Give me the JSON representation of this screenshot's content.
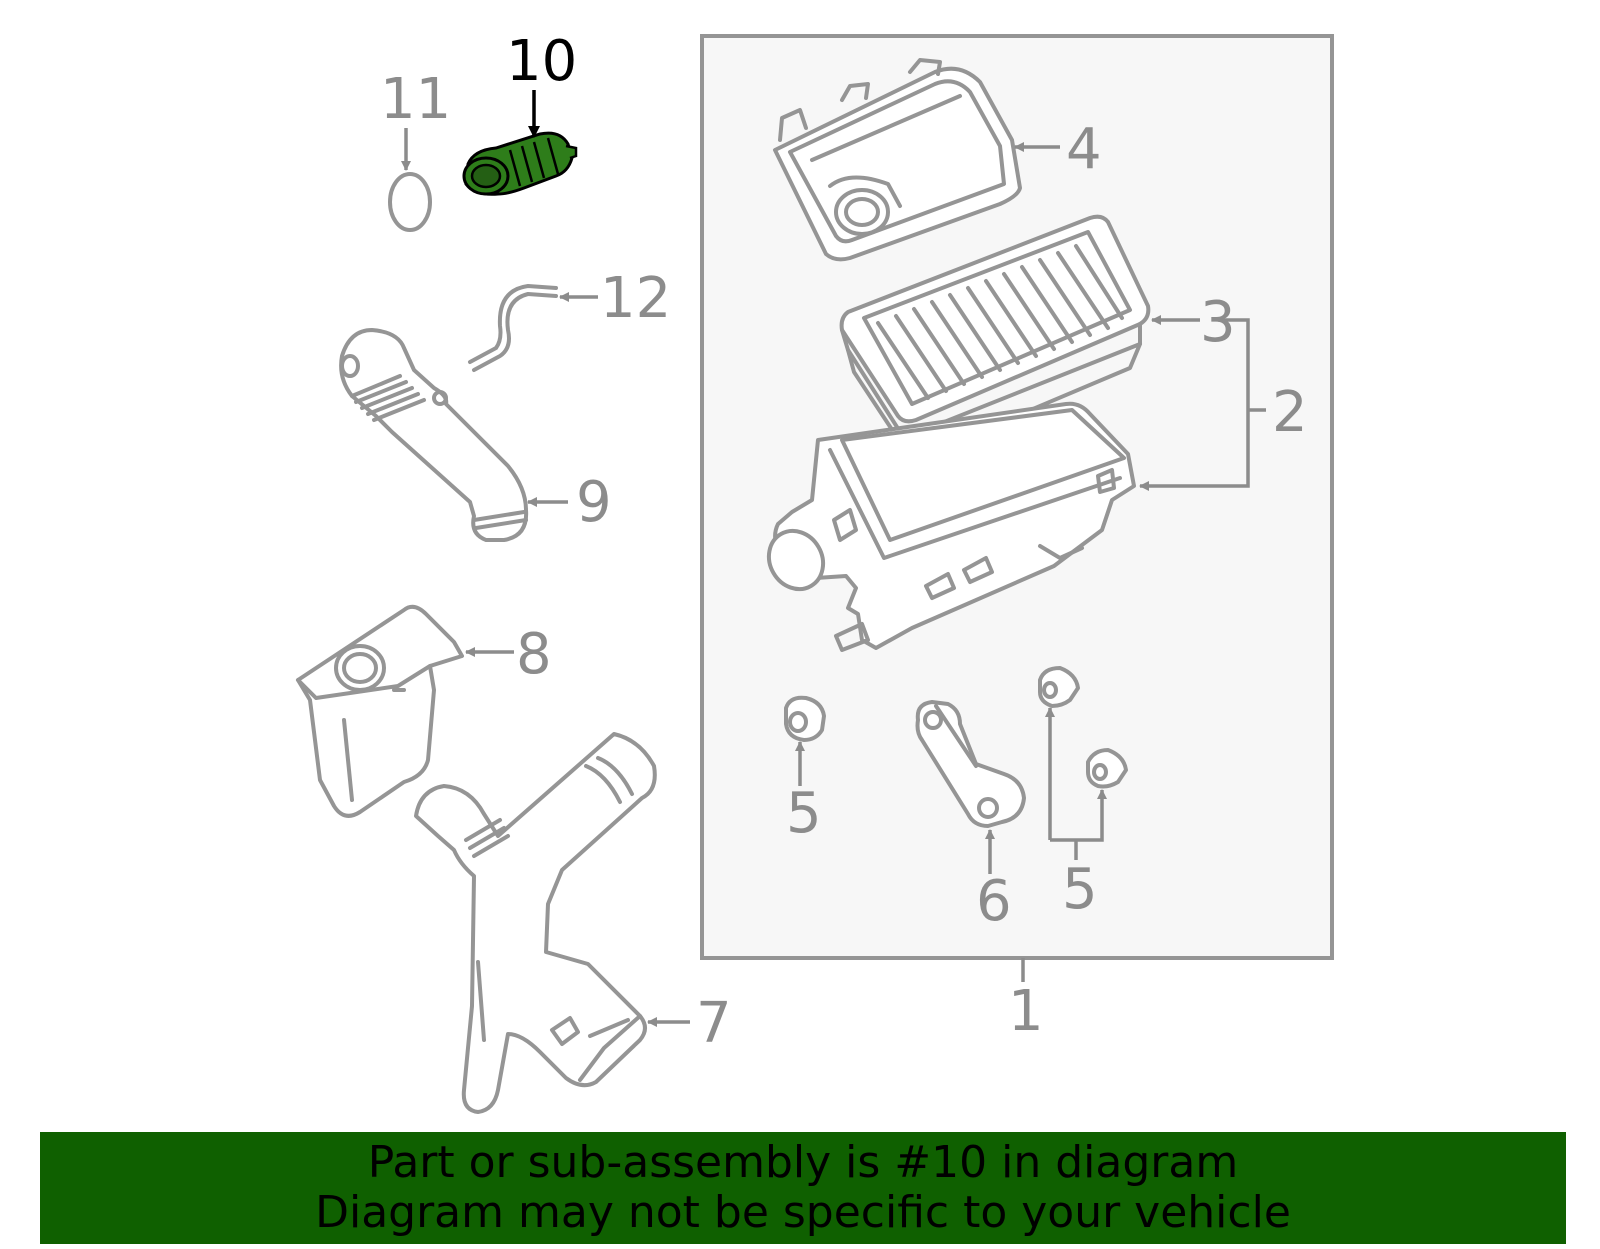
{
  "diagram": {
    "highlight_color": "#2e7d1a",
    "line_color": "#959595",
    "label_color": "#8c8c8c",
    "callouts": {
      "c1": "1",
      "c2": "2",
      "c3": "3",
      "c4": "4",
      "c5a": "5",
      "c5b": "5",
      "c6": "6",
      "c7": "7",
      "c8": "8",
      "c9": "9",
      "c10": "10",
      "c11": "11",
      "c12": "12"
    }
  },
  "footer": {
    "line1": "Part or sub-assembly is #10 in diagram",
    "line2": "Diagram may not be specific to your vehicle",
    "background": "#0f6000"
  }
}
